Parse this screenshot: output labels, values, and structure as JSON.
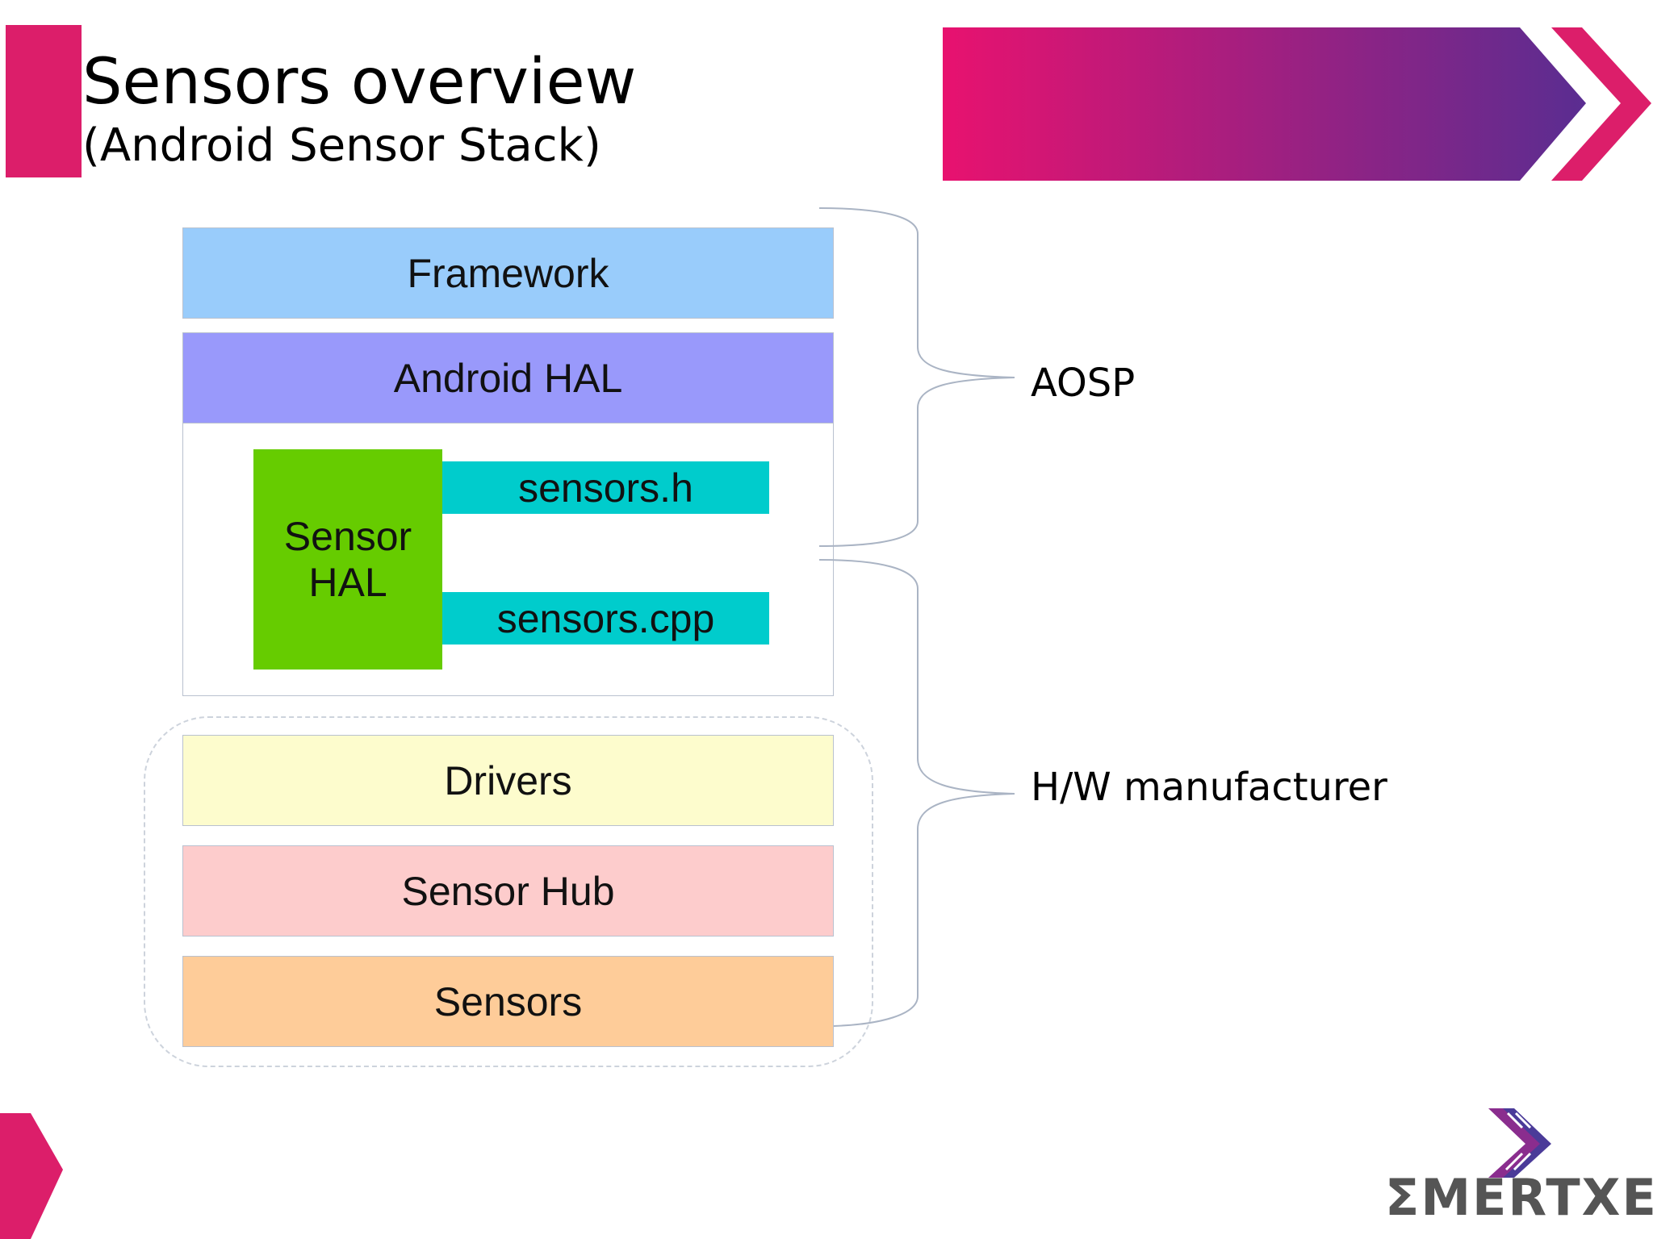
{
  "header": {
    "title": "Sensors overview",
    "subtitle": "(Android Sensor Stack)"
  },
  "diagram": {
    "layers": {
      "framework": "Framework",
      "android_hal": "Android HAL",
      "drivers": "Drivers",
      "sensor_hub": "Sensor Hub",
      "sensors": "Sensors"
    },
    "sensor_hal": {
      "label": "Sensor\nHAL",
      "files": [
        "sensors.h",
        "sensors.cpp"
      ]
    },
    "brace_labels": {
      "aosp": "AOSP",
      "hw_manufacturer": "H/W manufacturer"
    }
  },
  "logo": {
    "text": "ΣMERTXE"
  },
  "colors": {
    "accent_pink": "#dc1e6a",
    "banner_start": "#e8126f",
    "banner_end": "#5a2d91",
    "framework": "#99ccfb",
    "android_hal": "#9999fb",
    "sensor_hal": "#66cc00",
    "files": "#00cccc",
    "drivers": "#fdfccd",
    "sensor_hub": "#fdcccc",
    "sensors": "#fecc99"
  }
}
